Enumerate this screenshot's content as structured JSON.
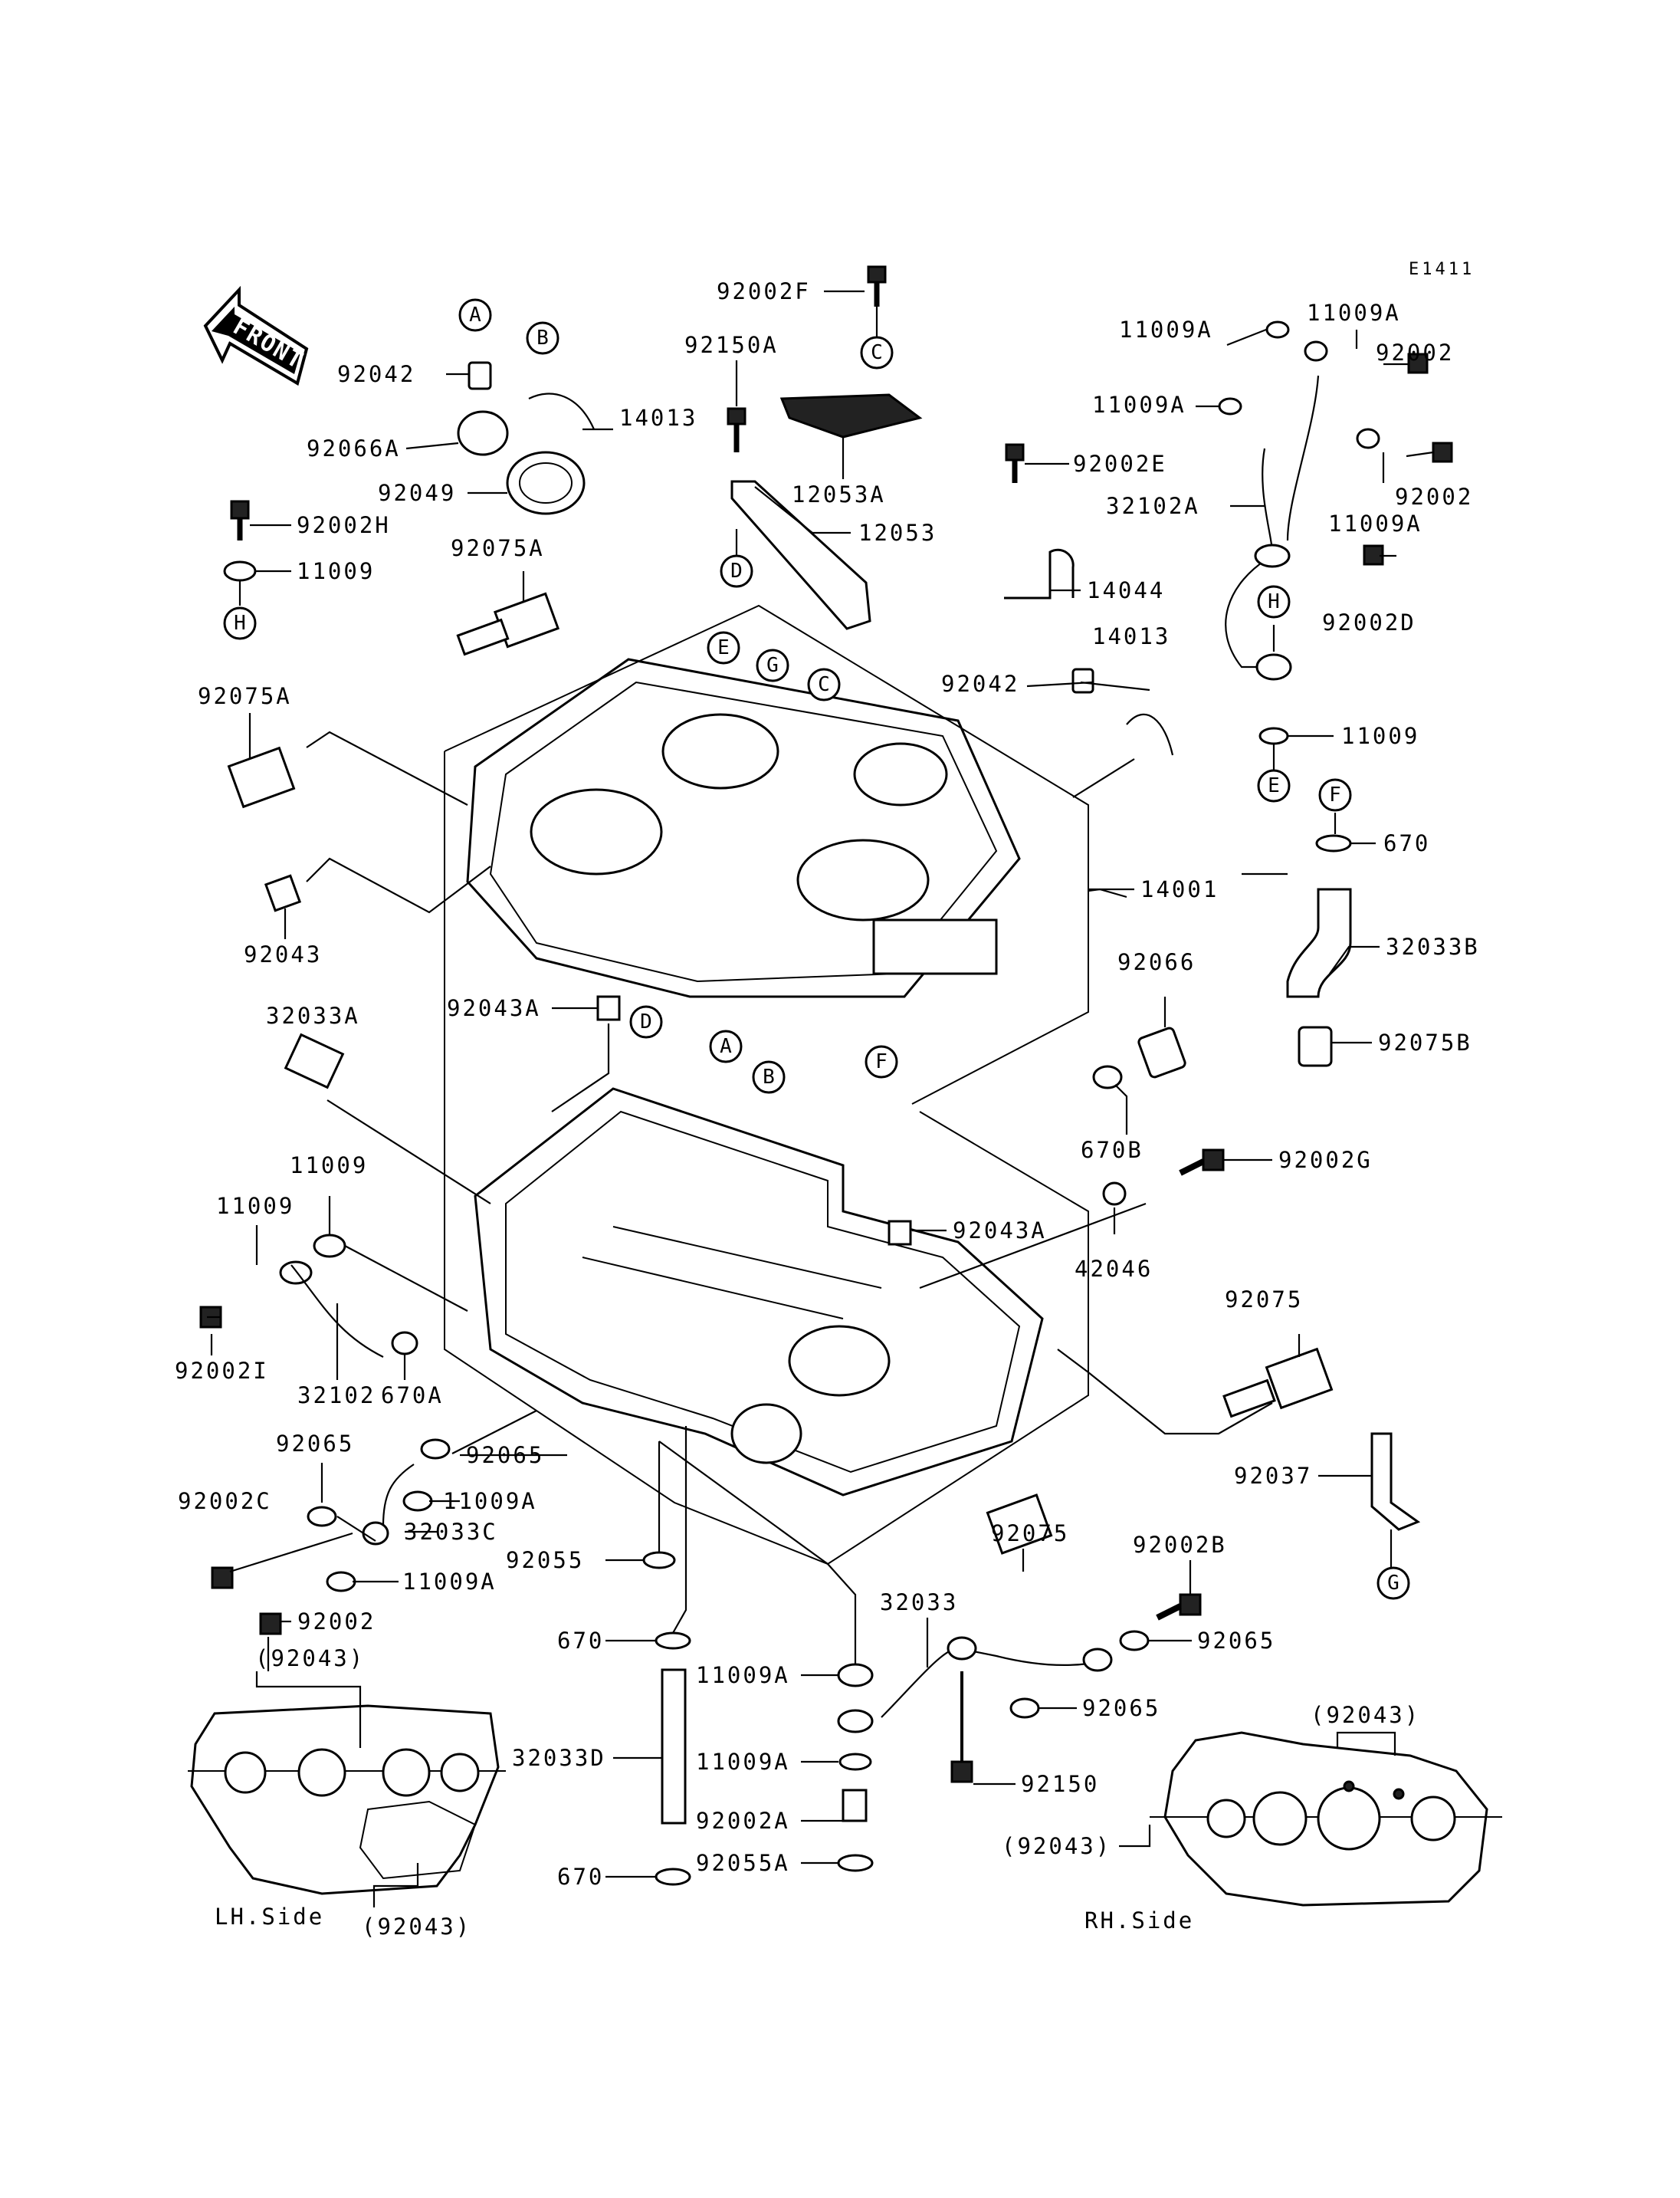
{
  "code": "E1411",
  "front": "FRONT",
  "side_labels": {
    "lh": "LH.Side",
    "rh": "RH.Side"
  },
  "parts": {
    "p92002F": "92002F",
    "p92150A": "92150A",
    "p12053A": "12053A",
    "p12053": "12053",
    "p92002E": "92002E",
    "p14044": "14044",
    "p92042a": "92042",
    "p92066A": "92066A",
    "p14013a": "14013",
    "p92049": "92049",
    "p92002H": "92002H",
    "p11009a": "11009",
    "p92075A_top": "92075A",
    "p92075A_left": "92075A",
    "p92043a": "92043",
    "p92042b": "92042",
    "p14013b": "14013",
    "p14001": "14001",
    "p11009A_1": "11009A",
    "p11009A_2": "11009A",
    "p11009A_3": "11009A",
    "p92002_r1": "92002",
    "p92002_r2": "92002",
    "p32102A": "32102A",
    "p11009A_4": "11009A",
    "p92002D": "92002D",
    "p11009b": "11009",
    "p670a": "670",
    "p32033B": "32033B",
    "p92075B": "92075B",
    "p92066": "92066",
    "p670B": "670B",
    "p92002G": "92002G",
    "p42046": "42046",
    "p92043A_top": "92043A",
    "p32033A": "32033A",
    "p92043A_mid": "92043A",
    "p11009c": "11009",
    "p11009d": "11009",
    "p92002I": "92002I",
    "p32102": "32102",
    "p670A": "670A",
    "p92075": "92075",
    "p92065a": "92065",
    "p92065b": "92065",
    "p11009A_5": "11009A",
    "p92002C": "92002C",
    "p32033C": "32033C",
    "p11009A_6": "11009A",
    "p92002b": "92002",
    "p92055": "92055",
    "p670b": "670",
    "p92037": "92037",
    "p92075b": "92075",
    "p92002B": "92002B",
    "p92065c": "92065",
    "p92065d": "92065",
    "p32033": "32033",
    "p11009A_7": "11009A",
    "p11009A_8": "11009A",
    "p32033D": "32033D",
    "p92002A": "92002A",
    "p92150": "92150",
    "p92055A": "92055A",
    "p670c": "670",
    "p92043_lh_top": "(92043)",
    "p92043_lh_bot": "(92043)",
    "p92043_rh_top": "(92043)",
    "p92043_rh_left": "(92043)"
  },
  "markers": {
    "A1": "A",
    "B1": "B",
    "C1": "C",
    "D1": "D",
    "H1": "H",
    "E1": "E",
    "G1": "G",
    "C2": "C",
    "H2": "H",
    "E2": "E",
    "F1": "F",
    "A2": "A",
    "B2": "B",
    "F2": "F",
    "D2": "D",
    "G2": "G"
  }
}
